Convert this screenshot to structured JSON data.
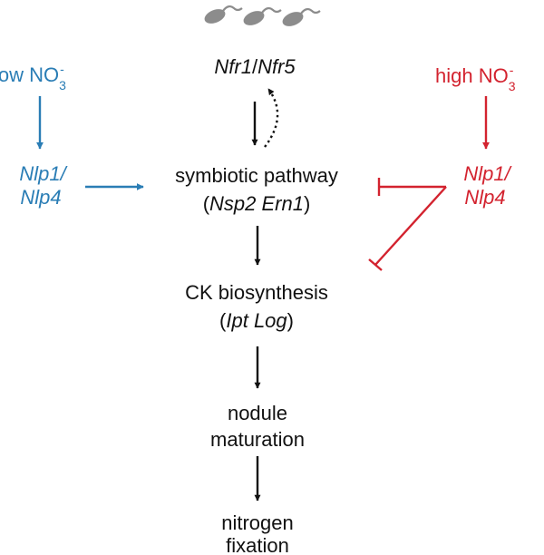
{
  "diagram": {
    "nfr": {
      "part1": "Nfr1",
      "sep": "/",
      "part2": "Nfr5"
    },
    "symbiotic": {
      "line1": "symbiotic pathway",
      "open": "(",
      "gene1": "Nsp2",
      "gene2": "Ern1",
      "close": ")"
    },
    "ck": {
      "line1": "CK biosynthesis",
      "open": "(",
      "gene1": "Ipt",
      "gene2": "Log",
      "close": ")"
    },
    "nodule": {
      "line1": "nodule",
      "line2": "maturation"
    },
    "nitrogen": {
      "line1": "nitrogen",
      "line2": "fixation"
    },
    "low": {
      "prefix": "low NO",
      "sub": "3",
      "sup": "-",
      "gene_line1": "Nlp1/",
      "gene_line2": "Nlp4"
    },
    "high": {
      "prefix": "high NO",
      "sub": "3",
      "sup": "-",
      "gene_line1": "Nlp1/",
      "gene_line2": "Nlp4"
    },
    "colors": {
      "activating": "#2a7db5",
      "inhibiting": "#d3232f",
      "main": "#111111",
      "bacteria": "#8c8c8c"
    },
    "icons": [
      "rhizobia-bacteria-icon",
      "rhizobia-bacteria-icon",
      "rhizobia-bacteria-icon"
    ]
  }
}
